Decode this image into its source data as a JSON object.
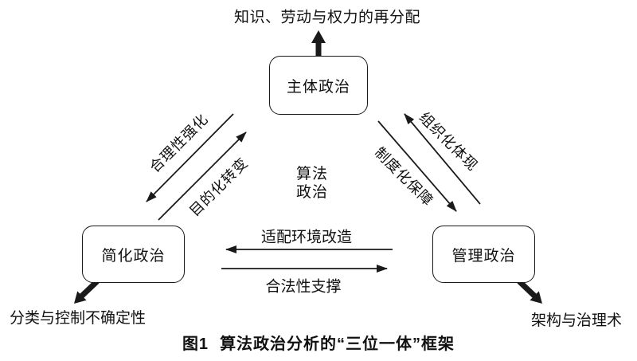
{
  "figure": {
    "top_outcome": "知识、劳动与权力的再分配",
    "nodes": {
      "top": "主体政治",
      "left": "简化政治",
      "right": "管理政治"
    },
    "center": "算法\n政治",
    "edges": {
      "rationality": "合理性强化",
      "purpose": "目的化转变",
      "organization": "组织化体现",
      "institution": "制度化保障",
      "adapt": "适配环境改造",
      "legitimacy": "合法性支撑"
    },
    "left_outcome": "分类与控制不确定性",
    "right_outcome": "架构与治理术",
    "caption": {
      "label": "图1",
      "text": "算法政治分析的“三位一体”框架"
    }
  },
  "colors": {
    "ink": "#1a1a1a",
    "background": "#ffffff"
  }
}
